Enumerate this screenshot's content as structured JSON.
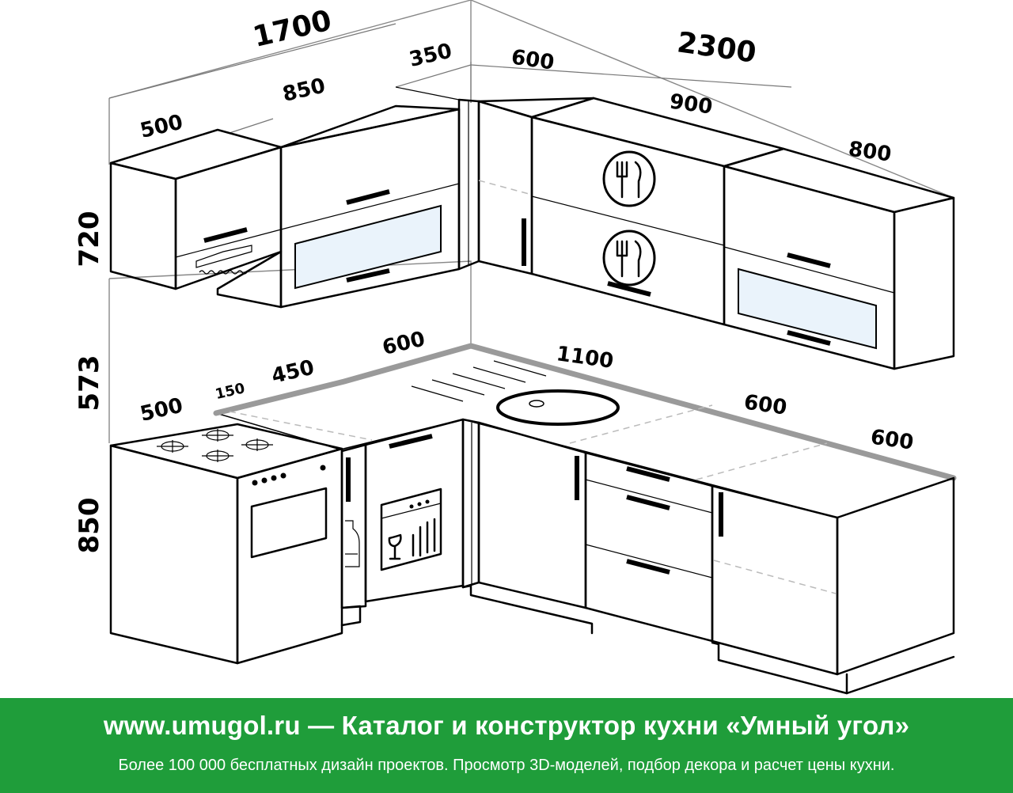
{
  "dimensions": {
    "upper_left_total": "1700",
    "upper_right_total": "2300",
    "upper_left_first": "500",
    "upper_left_second": "850",
    "upper_left_corner": "350",
    "upper_right_first": "600",
    "upper_right_second": "900",
    "upper_right_third": "800",
    "height_upper": "720",
    "height_gap": "573",
    "height_base": "850",
    "base_stove": "500",
    "base_gap": "150",
    "base_dishwasher": "450",
    "base_corner": "600",
    "base_sink": "1100",
    "base_drawers": "600",
    "base_end": "600"
  },
  "footer": {
    "title": "www.umugol.ru  —  Каталог и конструктор кухни «Умный угол»",
    "subtitle": "Более 100 000 бесплатных дизайн проектов. Просмотр 3D-моделей, подбор декора и расчет цены кухни."
  },
  "colors": {
    "footer_bg": "#1f9d3a",
    "glass": "#eaf3fb",
    "edge": "#9a9a9a"
  }
}
